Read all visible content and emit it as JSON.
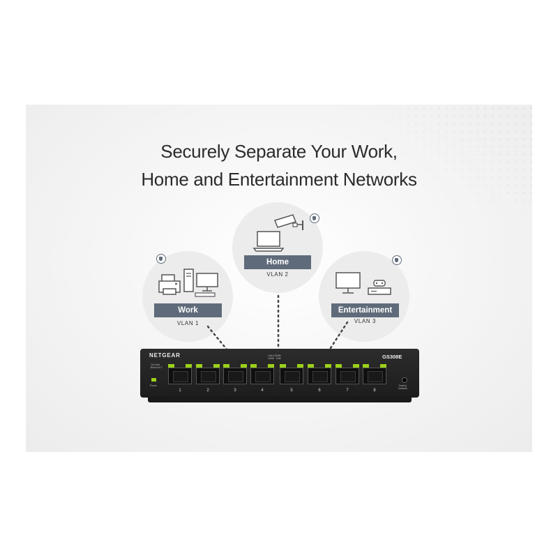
{
  "headline": {
    "line1": "Securely Separate Your Work,",
    "line2": "Home and Entertainment Networks"
  },
  "networks": [
    {
      "label": "Work",
      "vlan": "VLAN 1",
      "icons": [
        "printer-icon",
        "desktop-computer-icon",
        "shield-icon"
      ]
    },
    {
      "label": "Home",
      "vlan": "VLAN 2",
      "icons": [
        "laptop-icon",
        "security-camera-icon",
        "shield-icon"
      ]
    },
    {
      "label": "Entertainment",
      "vlan": "VLAN 3",
      "icons": [
        "tv-monitor-icon",
        "game-console-icon",
        "shield-icon"
      ]
    }
  ],
  "switch": {
    "brand": "NETGEAR",
    "model": "GS308E",
    "led_legend_left": [
      "On=Link",
      "Blink=ACT"
    ],
    "led_legend_center": [
      "Left=1000M",
      "100M",
      "10M"
    ],
    "power_label": "Power",
    "reset_label": [
      "Factory",
      "Defaults"
    ],
    "ports": [
      "1",
      "2",
      "3",
      "4",
      "5",
      "6",
      "7",
      "8"
    ]
  },
  "colors": {
    "label_bg": "#5f6b7a",
    "led_green": "#9bd11a",
    "switch_body": "#222222",
    "bubble": "#ececec"
  }
}
